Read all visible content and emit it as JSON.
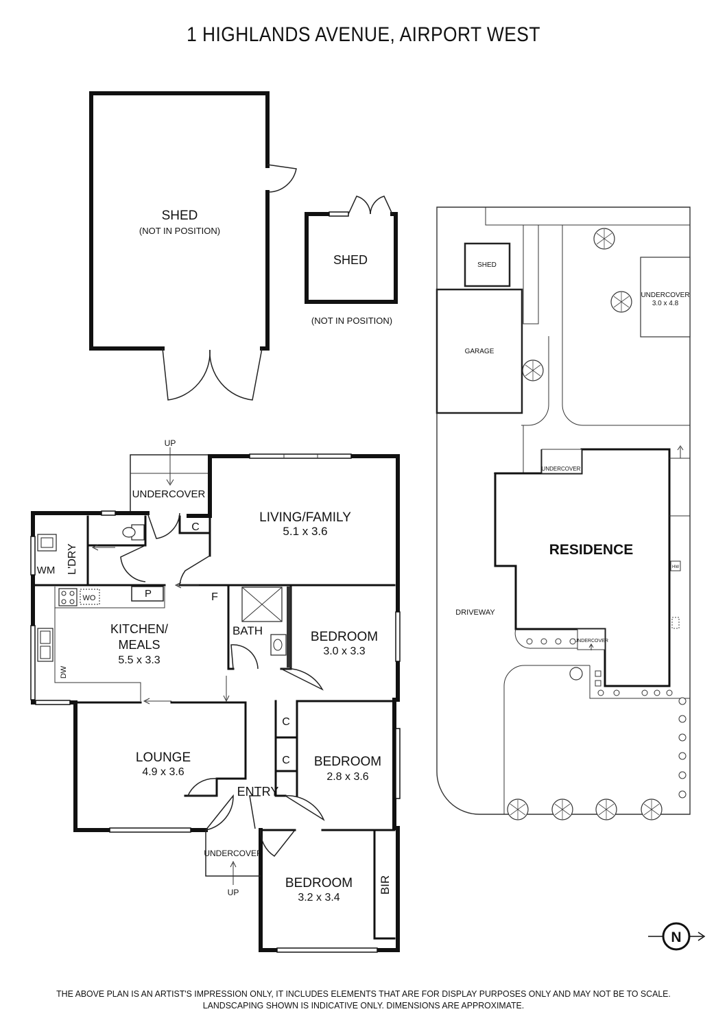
{
  "title": "1 HIGHLANDS AVENUE, AIRPORT WEST",
  "disclaimer": {
    "line1": "THE ABOVE PLAN IS AN ARTIST'S IMPRESSION ONLY, IT INCLUDES ELEMENTS THAT ARE FOR DISPLAY PURPOSES ONLY AND MAY NOT BE TO SCALE.",
    "line2": "LANDSCAPING SHOWN IS INDICATIVE ONLY. DIMENSIONS ARE APPROXIMATE."
  },
  "sheds": {
    "large_name": "SHED",
    "large_note": "(NOT IN POSITION)",
    "small_name": "SHED",
    "small_note": "(NOT IN POSITION)"
  },
  "floor": {
    "up_top": "UP",
    "undercover_top": "UNDERCOVER",
    "living_name": "LIVING/FAMILY",
    "living_dim": "5.1 x 3.6",
    "c_living": "C",
    "wm": "WM",
    "laundry": "L'DRY",
    "wo": "WO",
    "pantry": "P",
    "fridge": "F",
    "kitchen_name_1": "KITCHEN/",
    "kitchen_name_2": "MEALS",
    "kitchen_dim": "5.5 x 3.3",
    "dw": "DW",
    "bath": "BATH",
    "bed1_name": "BEDROOM",
    "bed1_dim": "3.0 x 3.3",
    "c1": "C",
    "c2": "C",
    "bed2_name": "BEDROOM",
    "bed2_dim": "2.8 x 3.6",
    "lounge_name": "LOUNGE",
    "lounge_dim": "4.9 x 3.6",
    "entry": "ENTRY",
    "undercover_front": "UNDERCOVER",
    "up_front": "UP",
    "bed3_name": "BEDROOM",
    "bed3_dim": "3.2 x 3.4",
    "bir": "BIR"
  },
  "site": {
    "shed": "SHED",
    "undercover_name": "UNDERCOVER",
    "undercover_dim": "3.0 x 4.8",
    "garage": "GARAGE",
    "undercover_back": "UNDERCOVER",
    "residence": "RESIDENCE",
    "hw": "HW",
    "driveway": "DRIVEWAY",
    "undercover_front": "UNDERCOVER"
  },
  "compass": {
    "letter": "N",
    "direction": "east"
  }
}
